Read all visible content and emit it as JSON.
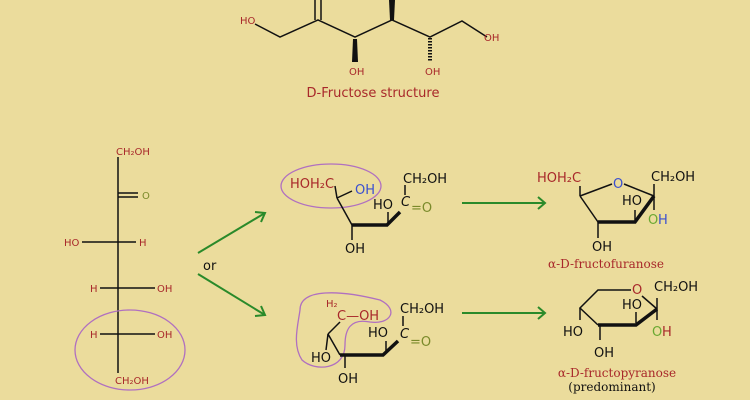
{
  "top_structure": {
    "left_ho": "HO",
    "oh_1": "OH",
    "oh_2": "OH",
    "right_oh": "OH",
    "caption": "D-Fructose structure"
  },
  "fischer": {
    "top": "CH₂OH",
    "carbonyl_o": "O",
    "row1_left": "HO",
    "row1_right": "H",
    "row2_left": "H",
    "row2_right": "OH",
    "row3_left": "H",
    "row3_right": "OH",
    "bottom": "CH₂OH"
  },
  "or_label": "or",
  "open_furan": {
    "hoh2c": "HOH₂C",
    "oh_blue": "OH",
    "ho": "HO",
    "ch2oh": "CH₂OH",
    "c": "C",
    "eq_o": "=O",
    "oh_bottom": "OH"
  },
  "open_pyran": {
    "h2": "H₂",
    "c_oh": "C—OH",
    "ho_left": "HO",
    "ho": "HO",
    "ch2oh": "CH₂OH",
    "c": "C",
    "eq_o": "=O",
    "oh_bottom": "OH"
  },
  "furanose": {
    "hoh2c": "HOH₂C",
    "ring_o": "O",
    "ch2oh": "CH₂OH",
    "ho": "HO",
    "oh_o": "O",
    "oh_h": "H",
    "oh_bottom": "OH",
    "name": "α-D-fructofuranose"
  },
  "pyranose": {
    "ring_o": "O",
    "ch2oh": "CH₂OH",
    "ho": "HO",
    "ho_left": "HO",
    "oh_o": "O",
    "oh_h": "H",
    "oh_bottom": "OH",
    "name": "α-D-fructopyranose",
    "note": "(predominant)"
  },
  "colors": {
    "background": "#ebdc9c",
    "arrow": "#2a8a2a",
    "highlight": "#b070c0",
    "label": "#a8282a"
  }
}
